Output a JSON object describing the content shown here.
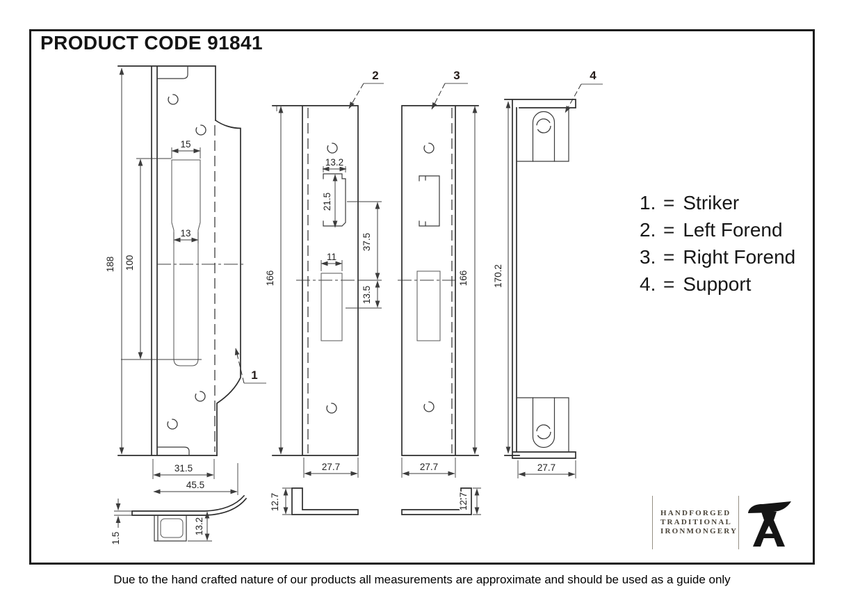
{
  "page": {
    "title": "PRODUCT CODE 91841",
    "disclaimer": "Due to the hand crafted nature of our products all measurements are approximate and should be used as a guide only"
  },
  "legend": {
    "eq": "=",
    "items": [
      {
        "num": "1.",
        "label": "Striker"
      },
      {
        "num": "2.",
        "label": "Left Forend"
      },
      {
        "num": "3.",
        "label": "Right Forend"
      },
      {
        "num": "4.",
        "label": "Support"
      }
    ]
  },
  "logo": {
    "line1": "HANDFORGED",
    "line2": "TRADITIONAL",
    "line3": "IRONMONGERY",
    "anvil_icon": "anvil-icon"
  },
  "drawings": {
    "striker": {
      "label": "1",
      "dims": {
        "height": "188",
        "inner_height": "100",
        "slot_top_width": "15",
        "slot_bottom_width": "13",
        "plate_width": "31.5",
        "overall_width": "45.5",
        "plate_thickness": "1.5",
        "keep_depth": "13.2"
      }
    },
    "left_forend": {
      "label": "2",
      "dims": {
        "height": "166",
        "latch_width": "13.2",
        "latch_height": "21.5",
        "latch_to_centre": "37.5",
        "bolt_width": "11",
        "bolt_below_centre": "13.5",
        "width": "27.7",
        "flange_depth": "12.7"
      }
    },
    "right_forend": {
      "label": "3",
      "dims": {
        "height": "166",
        "width": "27.7",
        "flange_depth": "12.7"
      }
    },
    "support": {
      "label": "4",
      "dims": {
        "height": "170.2",
        "width": "27.7"
      }
    }
  },
  "colors": {
    "line": "#2d2d2d",
    "dim_text": "#222222",
    "logo_text": "#4a4439"
  }
}
